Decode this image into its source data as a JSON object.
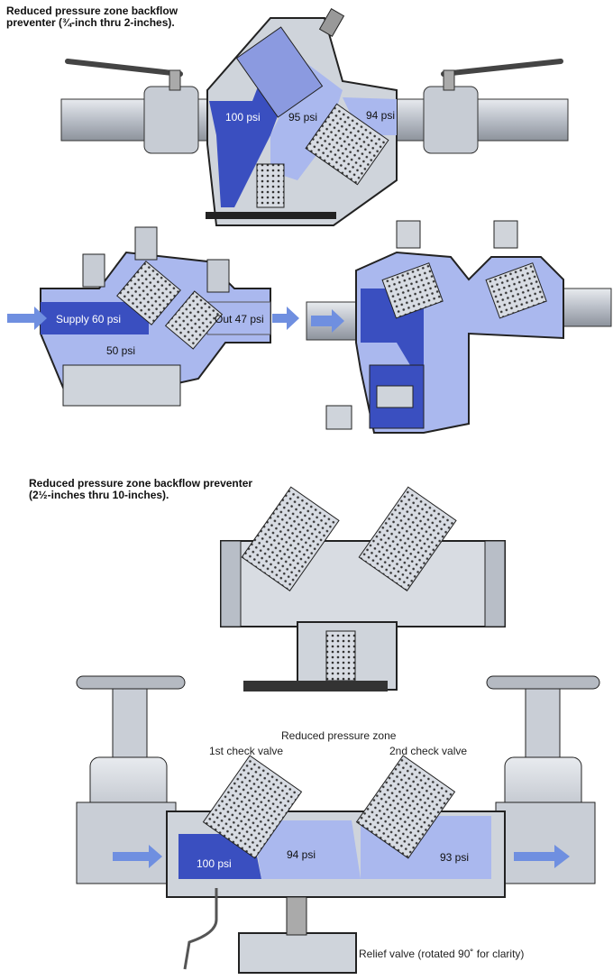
{
  "titles": {
    "small_unit": "Reduced pressure zone backflow preventer (¾-inch thru 2-inches).",
    "large_unit": "Reduced pressure zone backflow preventer (2½-inches thru 10-inches)."
  },
  "figure1": {
    "p_inlet": "100 psi",
    "p_middle": "95 psi",
    "p_outlet": "94 psi"
  },
  "figure2": {
    "supply": "Supply 60 psi",
    "middle": "50 psi",
    "out": "Out 47 psi"
  },
  "figure5": {
    "zone_label": "Reduced pressure zone",
    "check1_label": "1st check valve",
    "check2_label": "2nd check valve",
    "p_inlet": "100 psi",
    "p_middle": "94 psi",
    "p_outlet": "93 psi",
    "relief_label": "Relief valve (rotated 90˚ for clarity)"
  },
  "colors": {
    "water_dark": "#3a4fc0",
    "water_light": "#aab8ee",
    "metal": "#c9ced6",
    "outline": "#222222",
    "arrow": "#6f8fe0"
  }
}
